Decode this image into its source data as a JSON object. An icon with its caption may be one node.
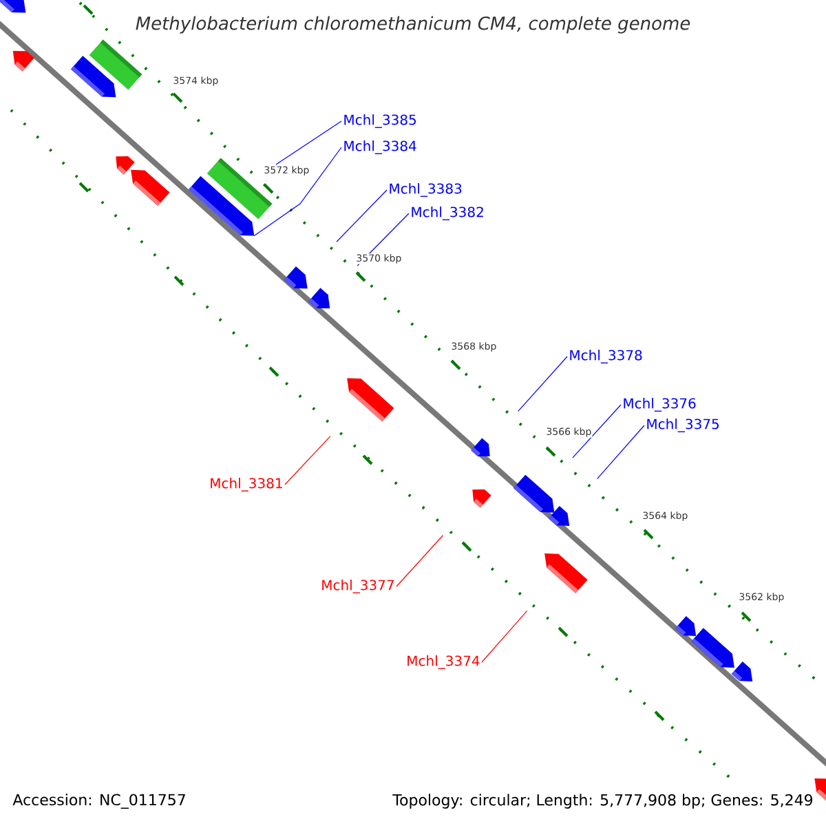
{
  "diagram": {
    "title": "Methylobacterium chloromethanicum CM4, complete genome",
    "nodes": [
      {
        "text": [
          "Mchl_3385"
        ]
      },
      {
        "text": [
          "Mchl_3384"
        ]
      },
      {
        "text": [
          "Mchl_3383"
        ]
      },
      {
        "text": [
          "Mchl_3382"
        ]
      },
      {
        "text": [
          "Mchl_3378"
        ]
      },
      {
        "text": [
          "Mchl_3376"
        ]
      },
      {
        "text": [
          "Mchl_3375"
        ]
      },
      {
        "text": [
          "Mchl_3381"
        ]
      },
      {
        "text": [
          "Mchl_3377"
        ]
      },
      {
        "text": [
          "Mchl_3374"
        ]
      },
      {
        "text": [],
        "shape": "arrow"
      },
      {
        "text": [],
        "shape": "arrow"
      },
      {
        "text": [],
        "shape": "arrow"
      },
      {
        "text": [],
        "shape": "box"
      },
      {
        "text": [],
        "shape": "arrow"
      },
      {
        "text": [],
        "shape": "arrow"
      },
      {
        "text": [],
        "shape": "arrow"
      },
      {
        "text": [],
        "shape": "box"
      },
      {
        "text": [],
        "shape": "arrow"
      },
      {
        "text": [],
        "shape": "arrow"
      },
      {
        "text": [],
        "shape": "arrow"
      },
      {
        "text": [],
        "shape": "arrow"
      },
      {
        "text": [],
        "shape": "arrow"
      },
      {
        "text": [],
        "shape": "arrow"
      },
      {
        "text": [],
        "shape": "arrow"
      },
      {
        "text": [],
        "shape": "arrow"
      },
      {
        "text": [],
        "shape": "arrow"
      },
      {
        "text": [],
        "shape": "arrow"
      },
      {
        "text": [],
        "shape": "arrow"
      },
      {
        "text": [],
        "shape": "arrow"
      }
    ],
    "edges": [
      {
        "from": 0,
        "to": 17,
        "arrow": "none"
      },
      {
        "from": 1,
        "to": 16,
        "arrow": "none"
      },
      {
        "from": 2,
        "to": 18,
        "arrow": "none"
      },
      {
        "from": 3,
        "to": 19,
        "arrow": "none"
      },
      {
        "from": 4,
        "to": 22,
        "arrow": "none"
      },
      {
        "from": 5,
        "to": 23,
        "arrow": "none"
      },
      {
        "from": 6,
        "to": 24,
        "arrow": "none"
      },
      {
        "from": 7,
        "to": 20,
        "arrow": "none",
        "color": "#ff0000"
      },
      {
        "from": 8,
        "to": 21,
        "arrow": "none",
        "color": "#ff0000"
      },
      {
        "from": 9,
        "to": 25,
        "arrow": "none",
        "color": "#ff0000"
      }
    ],
    "labels": [
      "3574 kbp",
      "3572 kbp",
      "3570 kbp",
      "3568 kbp",
      "3566 kbp",
      "3564 kbp",
      "3562 kbp",
      "Accession: NC_011757",
      "Topology: circular; Length: 5,777,908 bp; Genes: 5,249"
    ]
  }
}
